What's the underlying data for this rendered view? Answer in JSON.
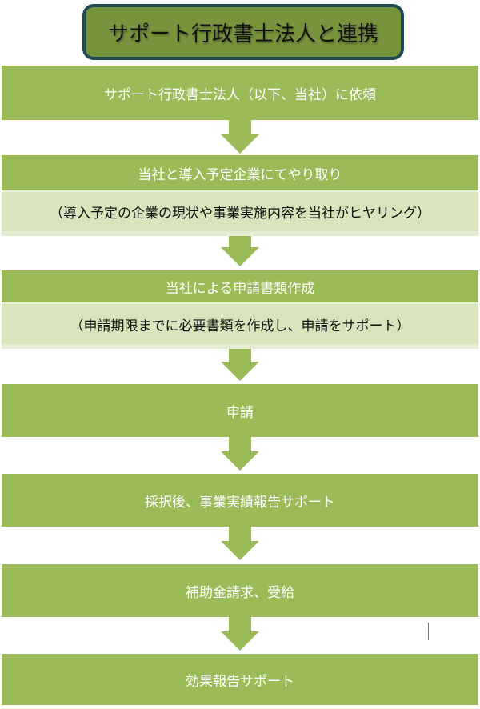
{
  "title": "サポート行政書士法人と連携",
  "steps": [
    {
      "label": "サポート行政書士法人（以下、当社）に依頼"
    },
    {
      "label": "当社と導入予定企業にてやり取り",
      "note": "（導入予定の企業の現状や事業実施内容を当社がヒヤリング）"
    },
    {
      "label": "当社による申請書類作成",
      "note": "（申請期限までに必要書類を作成し、申請をサポート）"
    },
    {
      "label": "申請"
    },
    {
      "label": "採択後、事業実績報告サポート"
    },
    {
      "label": "補助金請求、受給"
    },
    {
      "label": "効果報告サポート"
    }
  ],
  "colors": {
    "bar": "#9bbb59",
    "light": "#d8e4bc",
    "title_fill": "#77933c",
    "title_border": "#1f4b57"
  }
}
